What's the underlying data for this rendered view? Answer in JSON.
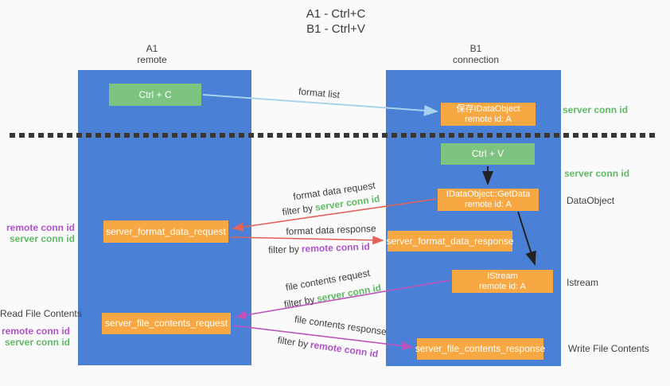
{
  "colors": {
    "lifeline_blue": "#4a80d6",
    "box_green": "#7cc47f",
    "box_orange": "#f8a843",
    "arrow_blue": "#a9d2ee",
    "arrow_red": "#e2635c",
    "arrow_magenta": "#bc54bc",
    "arrow_black": "#222222",
    "label_green": "#5fba64",
    "label_purple": "#b052cb"
  },
  "title": {
    "line1": "A1 - Ctrl+C",
    "line2": "B1 - Ctrl+V"
  },
  "lifelines": {
    "a1": {
      "name": "A1",
      "role": "remote"
    },
    "b1": {
      "name": "B1",
      "role": "connection"
    }
  },
  "nodes": {
    "ctrl_c": {
      "label": "Ctrl + C"
    },
    "save_idataobject": {
      "line1": "保存IDataObject",
      "line2": "remote id: A"
    },
    "ctrl_v": {
      "label": "Ctrl + V"
    },
    "getdata": {
      "line1": "IDataObject::GetData",
      "line2": "remote id: A"
    },
    "format_request": {
      "label": "server_format_data_request"
    },
    "format_response": {
      "label": "server_format_data_response"
    },
    "istream": {
      "line1": "IStream",
      "line2": "remote id: A"
    },
    "file_request": {
      "label": "server_file_contents_request"
    },
    "file_response": {
      "label": "server_file_contents_response"
    }
  },
  "messages": {
    "format_list": {
      "label": "format list"
    },
    "format_data_request": {
      "label": "format data request",
      "filter_prefix": "filter by",
      "filter_key": "server conn id"
    },
    "format_data_response": {
      "label": "format data response",
      "filter_prefix": "filter by",
      "filter_key": "remote conn id"
    },
    "file_contents_request": {
      "label": "file contents request",
      "filter_prefix": "filter by",
      "filter_key": "server conn id"
    },
    "file_contents_response": {
      "label": "file contents response",
      "filter_prefix": "filter by",
      "filter_key": "remote conn id"
    }
  },
  "annotations": {
    "right": {
      "server_conn_id_top": "server conn id",
      "server_conn_id_mid": "server conn id",
      "dataobject": "DataObject",
      "istream": "Istream",
      "write_file_contents": "Write File Contents"
    },
    "left": {
      "remote_conn_id_1": "remote conn id",
      "server_conn_id_1": "server conn id",
      "read_file_contents": "Read File Contents",
      "remote_conn_id_2": "remote conn id",
      "server_conn_id_2": "server conn id"
    }
  }
}
